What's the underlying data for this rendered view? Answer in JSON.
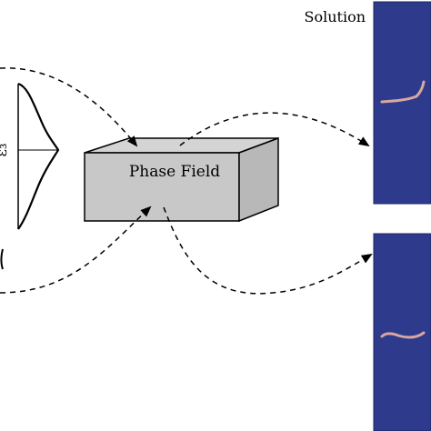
{
  "labels": {
    "solution": "Solution",
    "model_box": "Phase Field",
    "distribution_symbol": "ε₃"
  },
  "colors": {
    "panel_fill": "#2e3a8c",
    "crack": "#d9a6a0",
    "box_fill": "#c8c8c8",
    "line": "#000000"
  },
  "icons": {
    "arrow": "dashed-arrow",
    "distribution": "gaussian-pdf-curve"
  }
}
